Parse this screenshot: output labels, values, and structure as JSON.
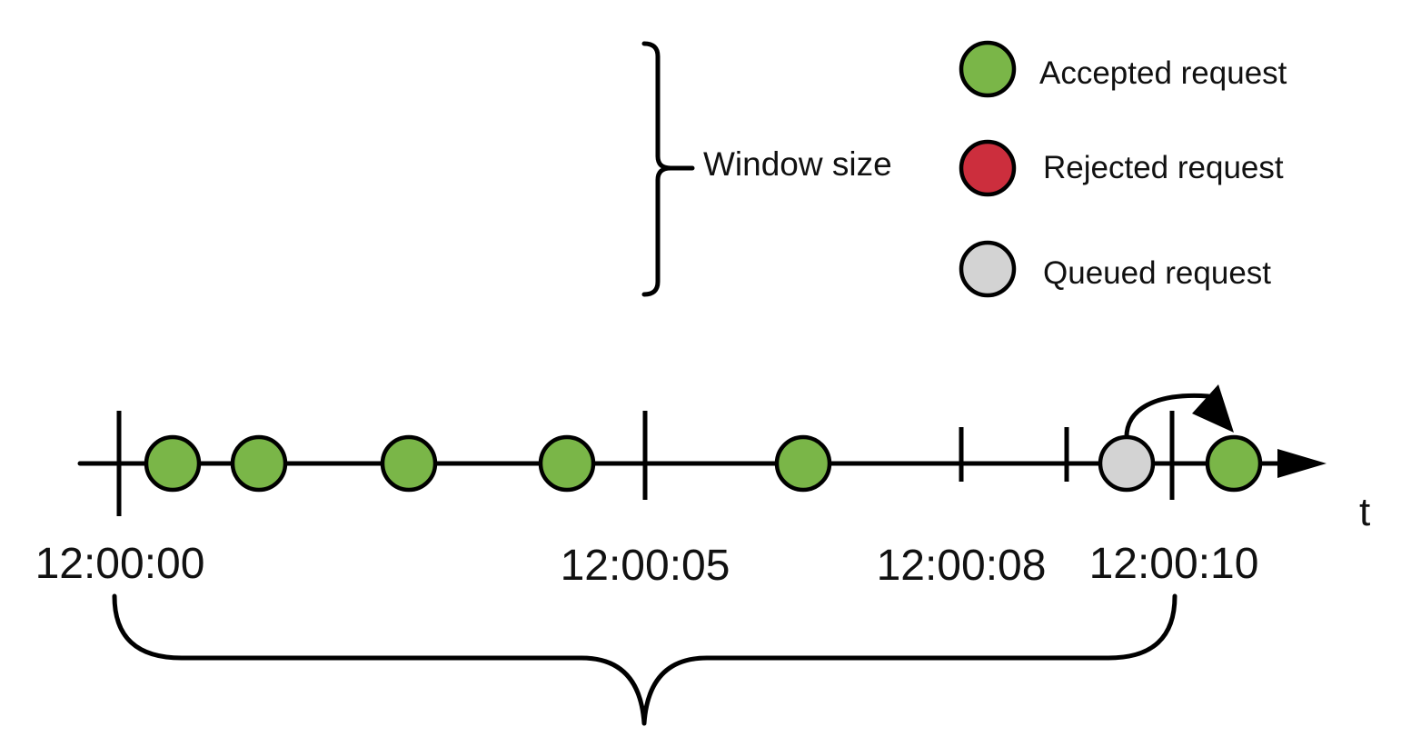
{
  "colors": {
    "accepted": "#7ab648",
    "rejected": "#cc2e3d",
    "queued": "#d3d3d3",
    "line": "#000000"
  },
  "legend": {
    "items": [
      {
        "label": "Accepted request",
        "status": "accepted"
      },
      {
        "label": "Rejected request",
        "status": "rejected"
      },
      {
        "label": "Queued request",
        "status": "queued"
      }
    ]
  },
  "window": {
    "label": "Window size"
  },
  "timeline": {
    "axis_label": "t",
    "tick_labels": [
      "12:00:00",
      "12:00:05",
      "12:00:08",
      "12:00:10"
    ]
  }
}
